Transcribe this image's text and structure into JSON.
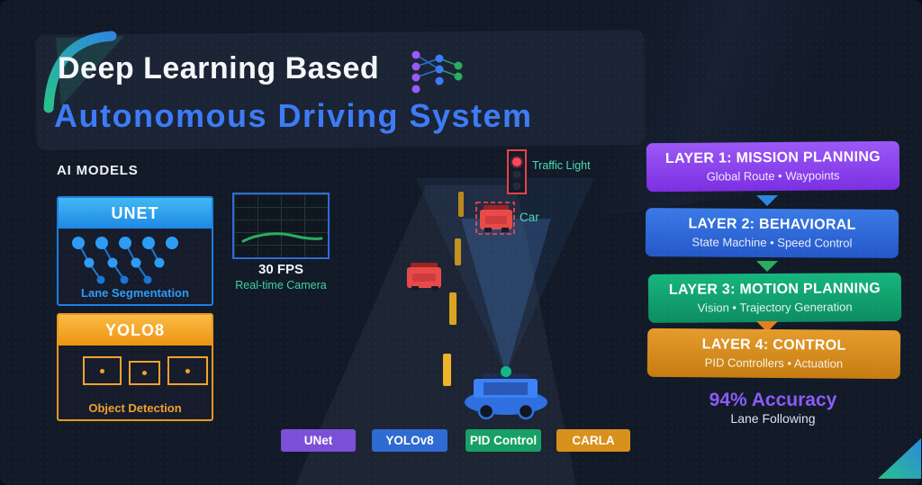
{
  "header": {
    "title_line1": "Deep Learning Based",
    "title_line2": "Autonomous Driving System",
    "title_line2_color": "#3d7bf7",
    "accent_green": "#27c28b",
    "accent_blue": "#2e86de"
  },
  "ai_models": {
    "heading": "AI MODELS",
    "unet": {
      "title": "UNET",
      "caption": "Lane Segmentation",
      "accent": "#2d9cf4"
    },
    "yolo": {
      "title": "YOLO8",
      "caption": "Object Detection",
      "accent": "#f0a030"
    }
  },
  "camera": {
    "fps_label": "30 FPS",
    "caption": "Real-time Camera",
    "curve_color": "#27ae60"
  },
  "scene": {
    "traffic_light_label": "Traffic Light",
    "car_label": "Car",
    "label_color": "#4adbb5",
    "traffic_light_red": "#ff4757",
    "road_color": "#1d2534",
    "ego_vehicle_color": "#2f6fe0",
    "sensor_color": "#12b886",
    "detected_car_color": "#e84a4a"
  },
  "layers": [
    {
      "title": "LAYER 1: MISSION PLANNING",
      "subtitle": "Global Route • Waypoints",
      "color_top": "#9b59f6",
      "color_bottom": "#7c2fe2"
    },
    {
      "title": "LAYER 2: BEHAVIORAL",
      "subtitle": "State Machine • Speed Control",
      "color_top": "#3a7ae6",
      "color_bottom": "#2557c9"
    },
    {
      "title": "LAYER 3: MOTION PLANNING",
      "subtitle": "Vision • Trajectory Generation",
      "color_top": "#17b57e",
      "color_bottom": "#0c8d60"
    },
    {
      "title": "LAYER 4: CONTROL",
      "subtitle": "PID Controllers • Actuation",
      "color_top": "#e59c2c",
      "color_bottom": "#c67c10"
    }
  ],
  "layer_arrows": [
    "#2e86de",
    "#27ae60",
    "#e67e22"
  ],
  "metrics": {
    "accuracy_value": "94% Accuracy",
    "accuracy_caption": "Lane Following",
    "accuracy_color": "#8b5cf6"
  },
  "tags": [
    {
      "label": "UNet",
      "color": "#7c4fd8"
    },
    {
      "label": "YOLOv8",
      "color": "#2e6bd2"
    },
    {
      "label": "PID Control",
      "color": "#17a065"
    },
    {
      "label": "CARLA",
      "color": "#d8911b"
    }
  ]
}
